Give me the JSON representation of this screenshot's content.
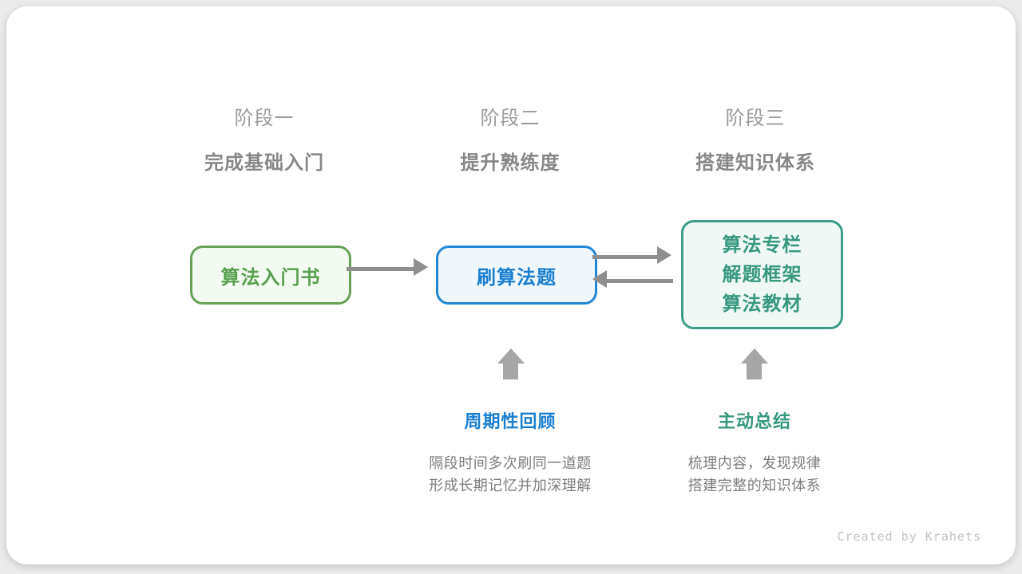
{
  "stages": [
    {
      "label": "阶段一",
      "subtitle": "完成基础入门"
    },
    {
      "label": "阶段二",
      "subtitle": "提升熟练度"
    },
    {
      "label": "阶段三",
      "subtitle": "搭建知识体系"
    }
  ],
  "nodes": [
    {
      "title": "算法入门书"
    },
    {
      "title": "刷算法题"
    },
    {
      "lines": [
        "算法专栏",
        "解题框架",
        "算法教材"
      ]
    }
  ],
  "annotations": [
    {
      "title": "周期性回顾",
      "line1": "隔段时间多次刷同一道题",
      "line2": "形成长期记忆并加深理解"
    },
    {
      "title": "主动总结",
      "line1": "梳理内容，发现规律",
      "line2": "搭建完整的知识体系"
    }
  ],
  "watermark": "Created by Krahets",
  "colors": {
    "node1_border": "#67a257",
    "node1_text": "#57a04e",
    "node1_bg": "#f3faf1",
    "node2_border": "#2186d3",
    "node2_text": "#1b7fd1",
    "node2_bg": "#eff7fd",
    "node3_border": "#3d9d8b",
    "node3_text": "#36987f",
    "node3_bg": "#f0f8f5",
    "flow_arrow": "#8e8e8e",
    "block_arrow": "#a6a6a6",
    "stage_label": "#9c9c9c",
    "stage_subtitle": "#878787",
    "desc_text": "#7d7d7d",
    "watermark_text": "#c3c3c3"
  }
}
